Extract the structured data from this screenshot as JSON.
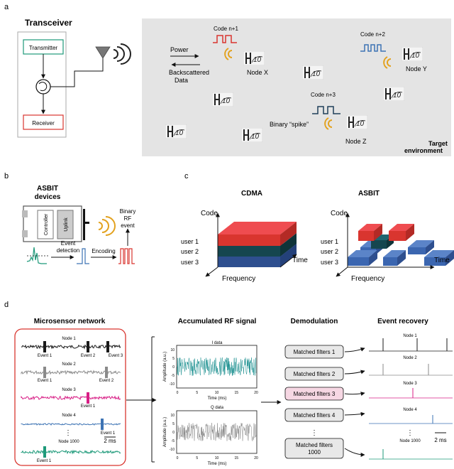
{
  "panels": {
    "a": "a",
    "b": "b",
    "c": "c",
    "d": "d"
  },
  "panel_a": {
    "transceiver_title": "Transceiver",
    "transmitter": "Transmitter",
    "receiver": "Receiver",
    "power": "Power",
    "backscattered_l1": "Backscattered",
    "backscattered_l2": "Data",
    "codes": [
      "Code n+1",
      "Code n+2",
      "Code n+3"
    ],
    "node_x": "Node X",
    "node_y": "Node Y",
    "node_z": "Node Z",
    "binary_spike": "Binary “spike”",
    "target_l1": "Target",
    "target_l2": "environment",
    "chip_label": "10"
  },
  "panel_b": {
    "title_l1": "ASBIT",
    "title_l2": "devices",
    "controller": "Controller",
    "uplink": "Uplink",
    "event_detection_l1": "Event",
    "event_detection_l2": "detection",
    "encoding": "Encoding",
    "binary_l1": "Binary",
    "binary_l2": "RF",
    "binary_l3": "event"
  },
  "panel_c": {
    "cdma_title": "CDMA",
    "asbit_title": "ASBIT",
    "code": "Code",
    "time": "Time",
    "frequency": "Frequency",
    "users": [
      "user 1",
      "user 2",
      "user 3"
    ]
  },
  "panel_d": {
    "titles": [
      "Microsensor network",
      "Accumulated RF signal",
      "Demodulation",
      "Event recovery"
    ],
    "nodes": [
      "Node 1",
      "Node 2",
      "Node 3",
      "Node 4",
      "Node 1000"
    ],
    "events": {
      "n1": [
        "Event 1",
        "Event 2",
        "Event 3"
      ],
      "n2": [
        "Event 1",
        "Event 2"
      ],
      "n3": [
        "Event 1"
      ],
      "n4": [
        "Event 1"
      ],
      "n1000": [
        "Event 1"
      ]
    },
    "vdots": "⋮",
    "scale": "2 ms",
    "i_data": "I data",
    "q_data": "Q data",
    "amp_label": "Amplitude (a.u.)",
    "time_label": "Time (ms)",
    "y_ticks": [
      "10",
      "5",
      "0",
      "-5",
      "-10"
    ],
    "x_ticks": [
      "0",
      "5",
      "10",
      "15",
      "20"
    ],
    "filters": [
      "Matched filters 1",
      "Matched filters 2",
      "Matched filters 3",
      "Matched filters 4"
    ],
    "filter_last_l1": "Matched filters",
    "filter_last_l2": "1000",
    "node_colors": [
      "#1a1a1a",
      "#8a8a8a",
      "#d81f86",
      "#3d73b4",
      "#1e9a7a"
    ]
  }
}
